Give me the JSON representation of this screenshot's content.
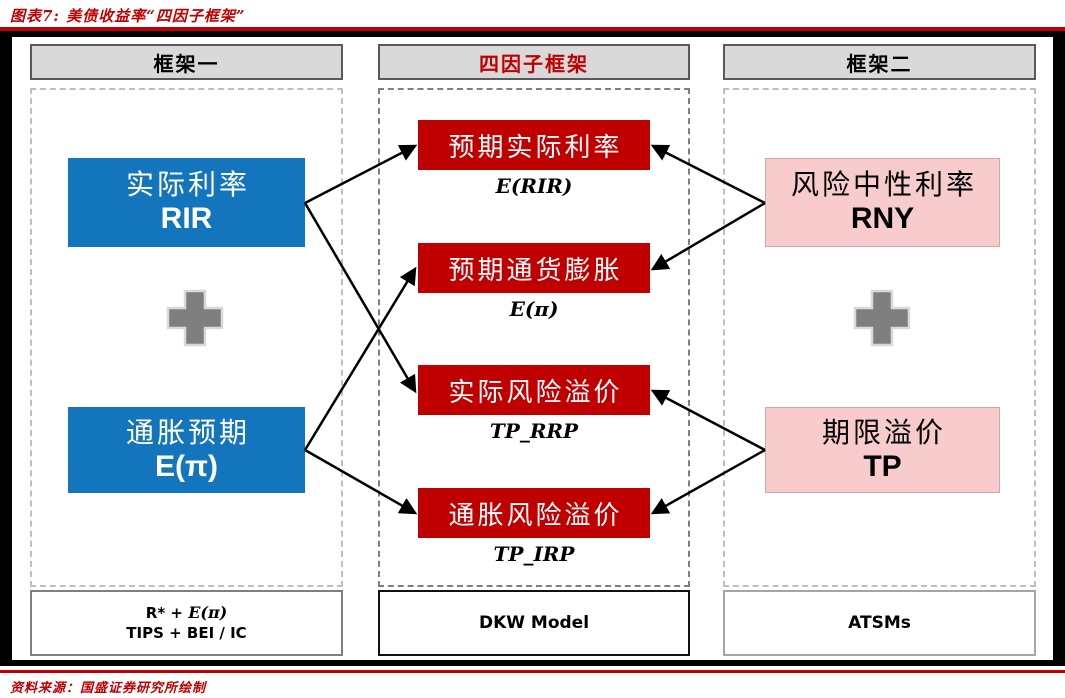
{
  "header": {
    "title": "图表7: 美债收益率“四因子框架”"
  },
  "footer": {
    "source": "资料来源：国盛证券研究所绘制"
  },
  "colors": {
    "accent_red": "#C00000",
    "factor_red": "#C00000",
    "box_blue": "#1375BC",
    "box_pink": "#F8CCCC",
    "header_gray": "#D9D9D9",
    "plus_gray": "#7F7F7F"
  },
  "columns": {
    "left": {
      "header": "框架一",
      "boxes": [
        {
          "name_cn": "实际利率",
          "symbol": "RIR"
        },
        {
          "name_cn": "通胀预期",
          "symbol": "E(π)"
        }
      ],
      "plus_icon": "plus",
      "bottom": {
        "formula_prefix": "R* + ",
        "formula_math": "E(π)",
        "line2": "TIPS + BEI / IC"
      }
    },
    "middle": {
      "header": "四因子框架",
      "factors": [
        {
          "label": "预期实际利率",
          "symbol": "E(RIR)"
        },
        {
          "label": "预期通货膨胀",
          "symbol": "E(π)"
        },
        {
          "label": "实际风险溢价",
          "symbol": "TP_RRP"
        },
        {
          "label": "通胀风险溢价",
          "symbol": "TP_IRP"
        }
      ],
      "bottom": "DKW Model"
    },
    "right": {
      "header": "框架二",
      "boxes": [
        {
          "name_cn": "风险中性利率",
          "symbol": "RNY"
        },
        {
          "name_cn": "期限溢价",
          "symbol": "TP"
        }
      ],
      "plus_icon": "plus",
      "bottom": "ATSMs"
    }
  },
  "connections": [
    {
      "from": "RIR",
      "to": "E(RIR)"
    },
    {
      "from": "RIR",
      "to": "TP_RRP"
    },
    {
      "from": "E(π)",
      "to": "E(π)"
    },
    {
      "from": "E(π)",
      "to": "TP_IRP"
    },
    {
      "from": "RNY",
      "to": "E(RIR)"
    },
    {
      "from": "RNY",
      "to": "E(π)"
    },
    {
      "from": "TP",
      "to": "TP_RRP"
    },
    {
      "from": "TP",
      "to": "TP_IRP"
    }
  ]
}
